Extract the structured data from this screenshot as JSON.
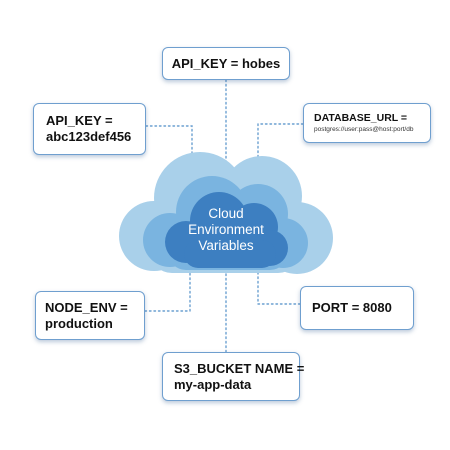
{
  "cloud": {
    "lines": [
      "Cloud",
      "Environment",
      "Variables"
    ]
  },
  "variables": {
    "api_key_top": {
      "text": "API_KEY = hobes"
    },
    "api_key_left": {
      "lines": [
        "API_KEY =",
        "abc123def456"
      ]
    },
    "database_url": {
      "key": "DATABASE_URL =",
      "value": "postgres://user:pass@host:port/db"
    },
    "node_env": {
      "lines": [
        "NODE_ENV =",
        "production"
      ]
    },
    "port": {
      "text": "PORT = 8080"
    },
    "s3_bucket": {
      "lines": [
        "S3_BUCKET NAME =",
        "my-app-data"
      ]
    }
  },
  "colors": {
    "cloud_light": "#a9d0ea",
    "cloud_mid": "#7ab4e0",
    "cloud_core": "#3d7fc1",
    "connector": "#6a9fd0"
  }
}
